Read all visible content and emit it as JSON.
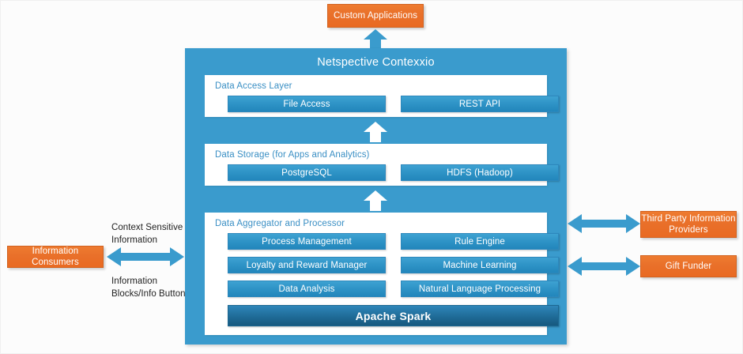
{
  "diagram": {
    "title": "Netspective Contexxio",
    "top_node": {
      "label": "Custom Applications"
    },
    "layers": [
      {
        "id": "data-access-layer",
        "title": "Data Access Layer",
        "items": [
          "File Access",
          "REST API"
        ]
      },
      {
        "id": "data-storage-layer",
        "title": "Data Storage (for Apps and Analytics)",
        "items": [
          "PostgreSQL",
          "HDFS (Hadoop)"
        ]
      },
      {
        "id": "data-aggregator-layer",
        "title": "Data Aggregator and Processor",
        "items_left": [
          "Process Management",
          "Loyalty and Reward Manager",
          "Data Analysis"
        ],
        "items_right": [
          "Rule Engine",
          "Machine Learning",
          "Natural Language Processing"
        ],
        "engine": "Apache Spark"
      }
    ],
    "left_node": {
      "label": "Information Consumers",
      "note_top": "Context Sensitive\nInformation",
      "note_top_line1": "Context Sensitive",
      "note_top_line2": "Information",
      "note_bottom_line1": "Information",
      "note_bottom_line2": "Blocks/Info Button"
    },
    "right_nodes": [
      {
        "label": "Third Party Information Providers",
        "line1": "Third Party Information",
        "line2": "Providers"
      },
      {
        "label": "Gift Funder",
        "line1": "Gift Funder",
        "line2": ""
      }
    ],
    "colors": {
      "panel_blue": "#3a9bcd",
      "item_blue": "#2e93c6",
      "spark_blue": "#1f6b97",
      "accent_orange": "#e9702a",
      "arrow_blue": "#3a9bcd",
      "layer_title_blue": "#3a8fc4",
      "background": "#fcfcfc"
    }
  }
}
